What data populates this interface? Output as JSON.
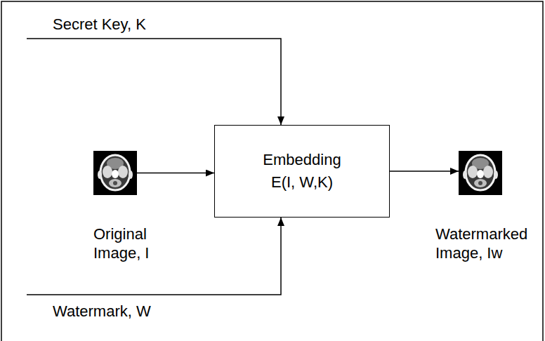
{
  "diagram": {
    "nodes": [
      {
        "text": [
          "Original Image, I"
        ]
      },
      {
        "text": [
          "Embedding E(I, W,K)"
        ]
      },
      {
        "text": [
          "Watermarked Image, Iw"
        ]
      }
    ],
    "edges": [
      {
        "from": 0,
        "to": 1,
        "arrow": "to"
      },
      {
        "from": 1,
        "to": 2,
        "arrow": "to"
      }
    ],
    "labels": [
      "Secret Key, K",
      "Watermark, W"
    ]
  }
}
